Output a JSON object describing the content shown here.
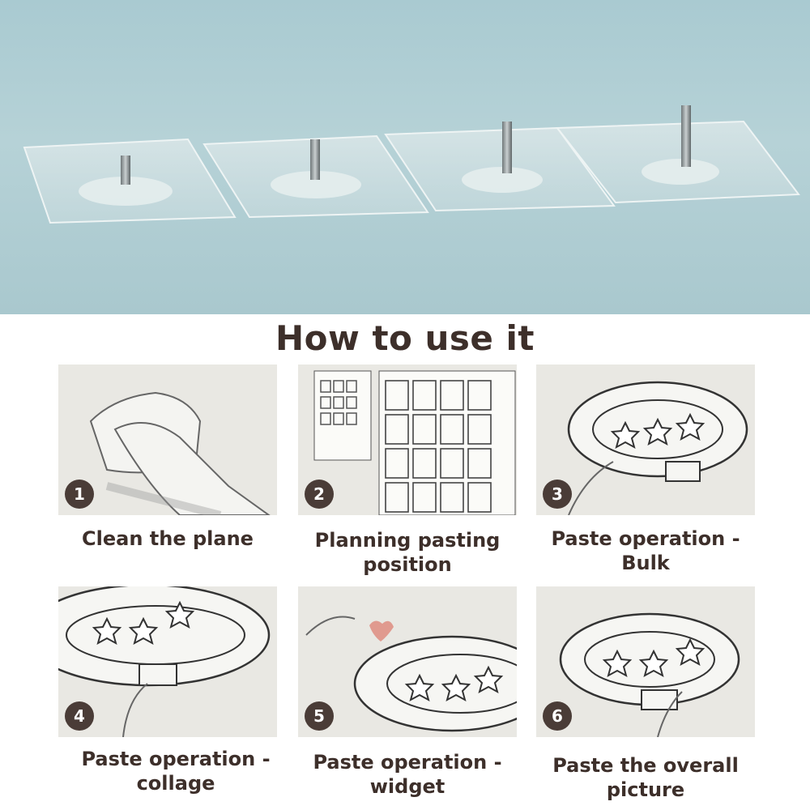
{
  "heading": "How to use it",
  "steps": [
    {
      "number": "1",
      "label": "Clean the plane"
    },
    {
      "number": "2",
      "label": "Planning pasting position"
    },
    {
      "number": "3",
      "label": "Paste operation - Bulk"
    },
    {
      "number": "4",
      "label": "Paste operation - collage"
    },
    {
      "number": "5",
      "label": "Paste operation - widget"
    },
    {
      "number": "6",
      "label": "Paste the overall picture"
    }
  ],
  "colors": {
    "panel_bg": "#e9e8e3",
    "badge_bg": "#4a3c37",
    "text": "#3d2f2a",
    "hero_bg": "#b0ced4"
  }
}
